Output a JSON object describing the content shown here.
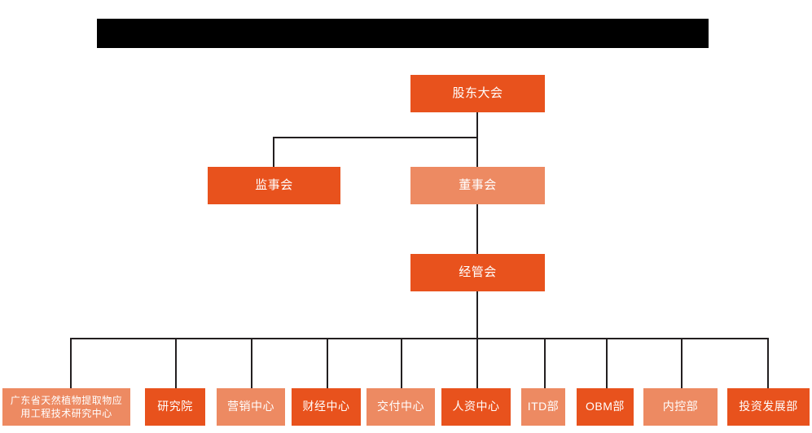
{
  "diagram": {
    "title_bar": {
      "name": "redacted-title-bar",
      "text": ""
    },
    "colors": {
      "primary": "#e8521d",
      "secondary": "#ed8a62",
      "connector": "#231f20",
      "redaction": "#000000",
      "background": "#ffffff",
      "label": "#ffffff"
    },
    "levels": {
      "level1": [
        {
          "id": "shareholders-meeting",
          "label": "股东大会",
          "tone": "primary"
        }
      ],
      "level2": [
        {
          "id": "board-of-supervisors",
          "label": "监事会",
          "tone": "primary"
        },
        {
          "id": "board-of-directors",
          "label": "董事会",
          "tone": "secondary"
        }
      ],
      "level3": [
        {
          "id": "management-committee",
          "label": "经管会",
          "tone": "primary"
        }
      ],
      "departments": [
        {
          "id": "guangdong-research-center",
          "label": "广东省天然植物提取物应用工程技术研究中心",
          "tone": "secondary"
        },
        {
          "id": "research-institute",
          "label": "研究院",
          "tone": "primary"
        },
        {
          "id": "marketing-center",
          "label": "营销中心",
          "tone": "secondary"
        },
        {
          "id": "finance-center",
          "label": "财经中心",
          "tone": "primary"
        },
        {
          "id": "delivery-center",
          "label": "交付中心",
          "tone": "secondary"
        },
        {
          "id": "human-resources-center",
          "label": "人资中心",
          "tone": "primary"
        },
        {
          "id": "itd-department",
          "label": "ITD部",
          "tone": "secondary"
        },
        {
          "id": "obm-department",
          "label": "OBM部",
          "tone": "primary"
        },
        {
          "id": "internal-control-department",
          "label": "内控部",
          "tone": "secondary"
        },
        {
          "id": "investment-development-department",
          "label": "投资发展部",
          "tone": "primary"
        }
      ]
    }
  }
}
